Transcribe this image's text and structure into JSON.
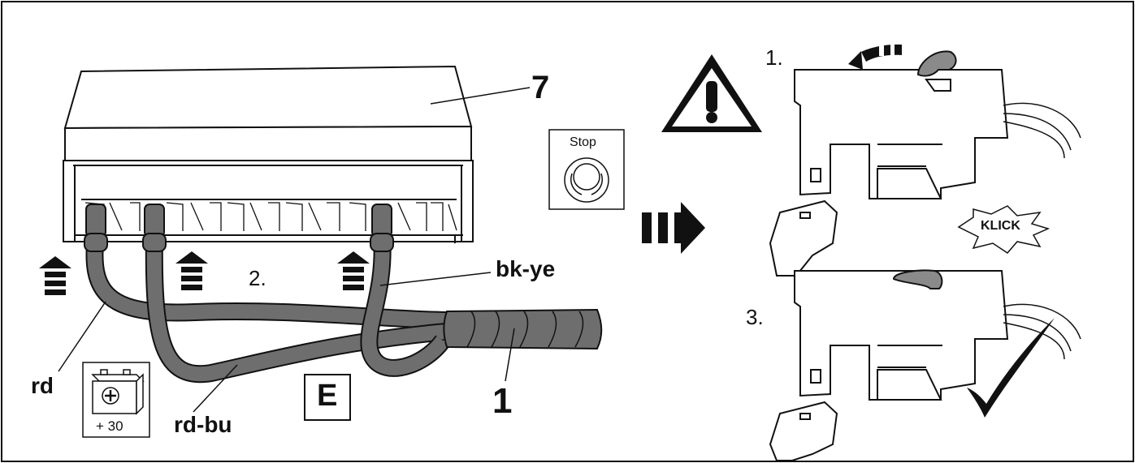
{
  "labels": {
    "component_number": "7",
    "step_2": "2.",
    "wire_black_yellow": "bk-ye",
    "wire_red": "rd",
    "wire_red_blue": "rd-bu",
    "variant_badge": "E",
    "harness_number": "1",
    "battery_terminal": "+ 30",
    "stop_label": "Stop",
    "step_1": "1.",
    "step_3": "3.",
    "click_sound": "KLICK"
  },
  "icons": {
    "warning": "warning-triangle-icon",
    "stop": "stop-dial-icon",
    "arrows": "triple-right-arrow-icon",
    "battery": "battery-icon",
    "check": "check-mark-icon"
  },
  "colors": {
    "line": "#111111",
    "cable_fill": "#6e6e6e",
    "connector_tab": "#8a8a8a",
    "background": "#ffffff"
  }
}
